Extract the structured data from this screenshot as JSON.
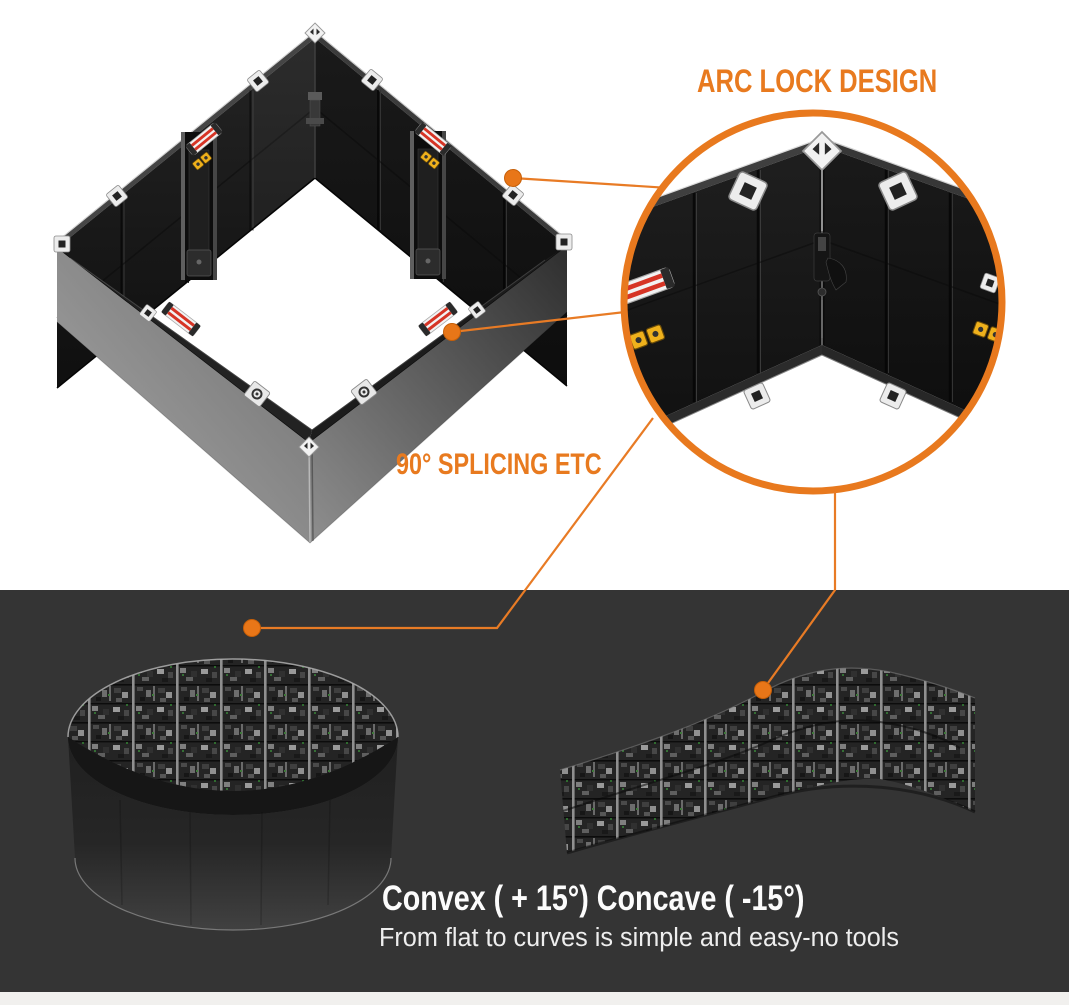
{
  "callouts": {
    "arc_lock_title": "ARC LOCK DESIGN",
    "splicing_label": "90° SPLICING ETC"
  },
  "bottom_section": {
    "headline": "Convex ( + 15°) Concave ( -15°)",
    "subheadline": "From flat to curves is simple and easy-no tools"
  },
  "colors": {
    "accent_orange": "#e87a1f",
    "callout_dot": "#e87618",
    "dark_section_background": "#343434",
    "panel_black": "#161616",
    "headline_text": "#fcfcfc",
    "red_bracket_stripe": "#d63425",
    "yellow_connector": "#efb11c"
  }
}
